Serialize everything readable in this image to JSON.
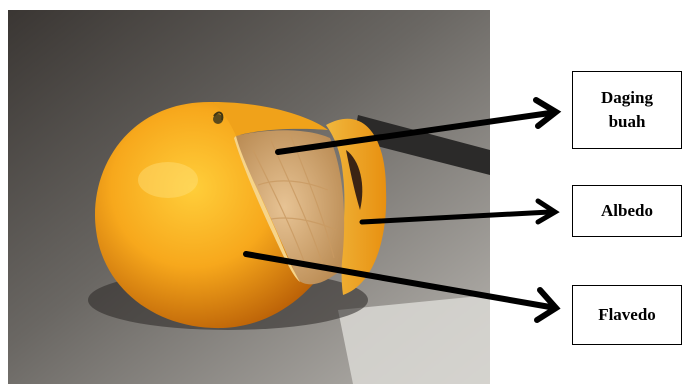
{
  "labels": {
    "daging_line1": "Daging",
    "daging_line2": "buah",
    "albedo": "Albedo",
    "flavedo": "Flavedo"
  },
  "colors": {
    "background": "#ffffff",
    "arrow": "#000000",
    "orange_peel": "#f4a21c",
    "albedo": "#f1b545",
    "pulp": "#dcae7a"
  },
  "icons": {
    "arrow": "arrow-right-icon"
  }
}
